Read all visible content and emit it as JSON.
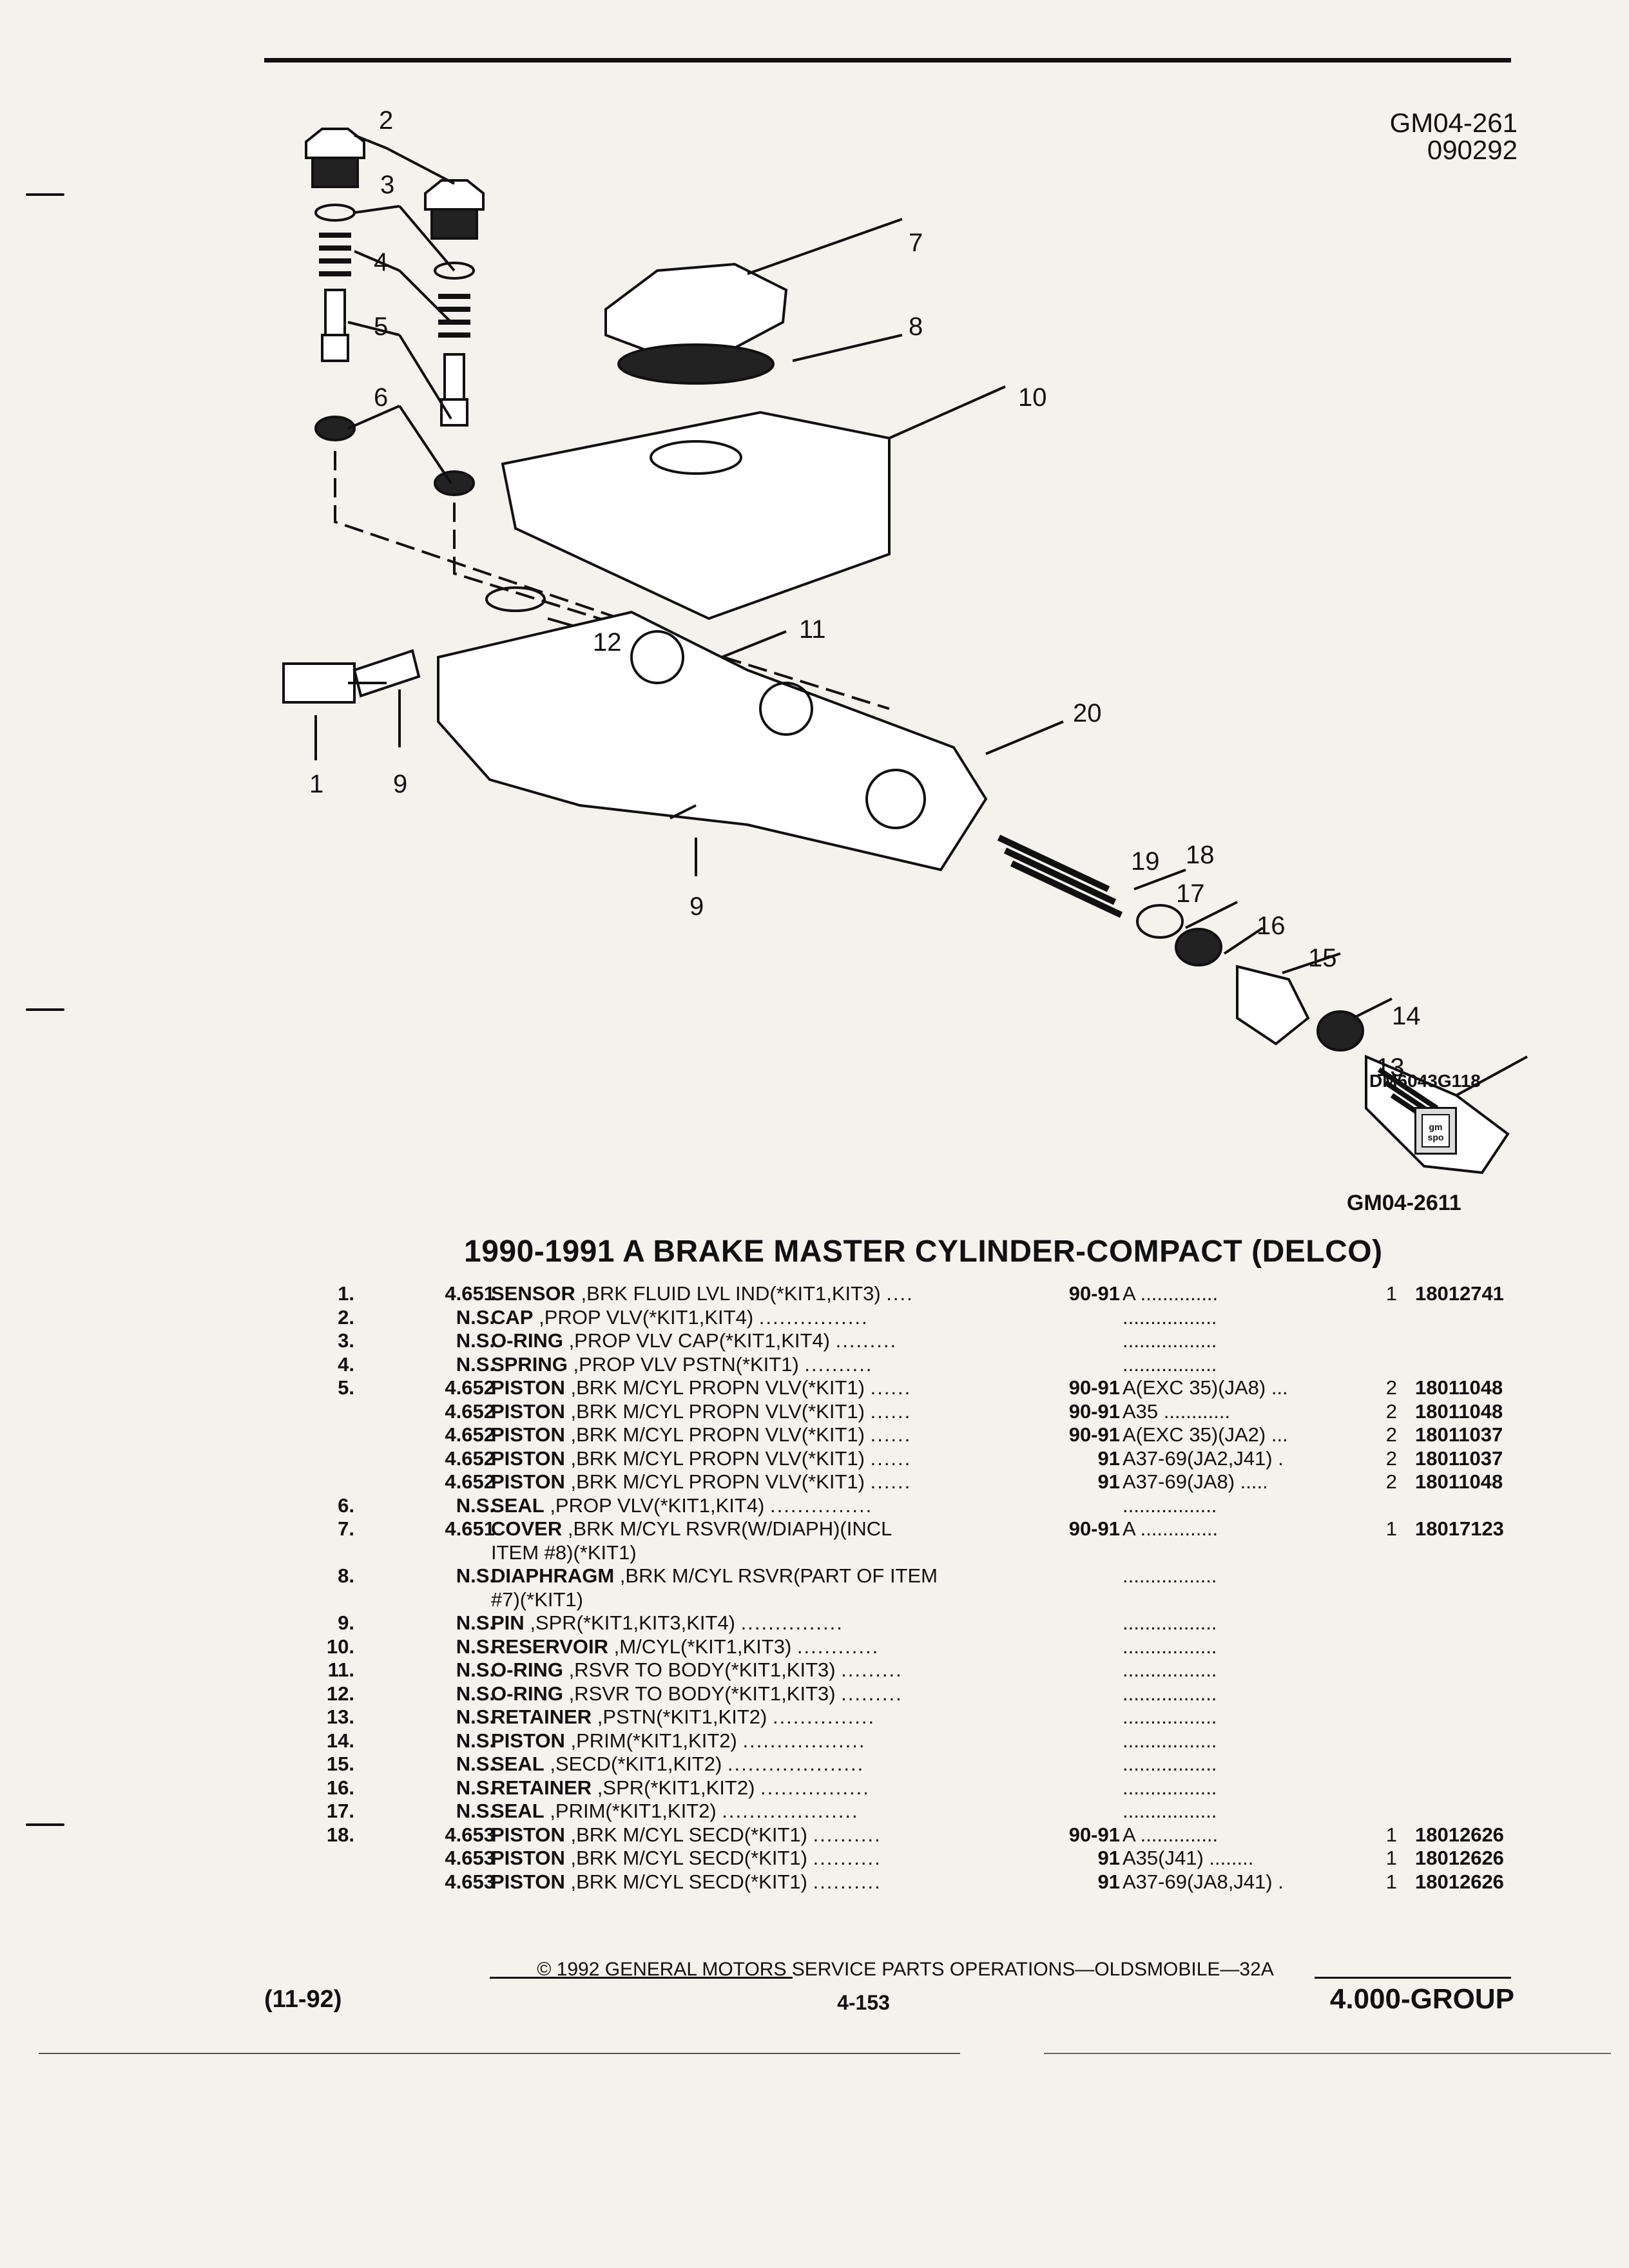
{
  "header": {
    "ref_code": "GM04-261",
    "ref_date": "090292"
  },
  "diagram": {
    "callouts": [
      "1",
      "2",
      "3",
      "4",
      "5",
      "6",
      "7",
      "8",
      "9",
      "9",
      "10",
      "11",
      "12",
      "13",
      "14",
      "15",
      "16",
      "17",
      "18",
      "19",
      "20"
    ],
    "drawing_code": "DM6043G118",
    "logo_text": "gm spo",
    "figure_code": "GM04-2611"
  },
  "table": {
    "title": "1990-1991 A BRAKE MASTER CYLINDER-COMPACT (DELCO)",
    "rows": [
      {
        "item": "1.",
        "group": "4.651",
        "name": "SENSOR",
        "desc": ",BRK FLUID LVL IND(*KIT1,KIT3)",
        "lead": "....",
        "year": "90-91",
        "usage": "A ..............",
        "qty": "1",
        "part": "18012741"
      },
      {
        "item": "2.",
        "group": "N.S.",
        "name": "CAP",
        "desc": ",PROP VLV(*KIT1,KIT4)",
        "lead": "................",
        "year": "",
        "usage": ".................",
        "qty": "",
        "part": ""
      },
      {
        "item": "3.",
        "group": "N.S.",
        "name": "O-RING",
        "desc": ",PROP VLV CAP(*KIT1,KIT4)",
        "lead": ".........",
        "year": "",
        "usage": ".................",
        "qty": "",
        "part": ""
      },
      {
        "item": "4.",
        "group": "N.S.",
        "name": "SPRING",
        "desc": ",PROP VLV PSTN(*KIT1)",
        "lead": "..........",
        "year": "",
        "usage": ".................",
        "qty": "",
        "part": ""
      },
      {
        "item": "5.",
        "group": "4.652",
        "name": "PISTON",
        "desc": ",BRK M/CYL PROPN VLV(*KIT1)",
        "lead": "......",
        "year": "90-91",
        "usage": "A(EXC 35)(JA8) ...",
        "qty": "2",
        "part": "18011048"
      },
      {
        "item": "",
        "group": "4.652",
        "name": "PISTON",
        "desc": ",BRK M/CYL PROPN VLV(*KIT1)",
        "lead": "......",
        "year": "90-91",
        "usage": "A35 ............",
        "qty": "2",
        "part": "18011048"
      },
      {
        "item": "",
        "group": "4.652",
        "name": "PISTON",
        "desc": ",BRK M/CYL PROPN VLV(*KIT1)",
        "lead": "......",
        "year": "90-91",
        "usage": "A(EXC 35)(JA2) ...",
        "qty": "2",
        "part": "18011037"
      },
      {
        "item": "",
        "group": "4.652",
        "name": "PISTON",
        "desc": ",BRK M/CYL PROPN VLV(*KIT1)",
        "lead": "......",
        "year": "91",
        "usage": "A37-69(JA2,J41) .",
        "qty": "2",
        "part": "18011037"
      },
      {
        "item": "",
        "group": "4.652",
        "name": "PISTON",
        "desc": ",BRK M/CYL PROPN VLV(*KIT1)",
        "lead": "......",
        "year": "91",
        "usage": "A37-69(JA8) .....",
        "qty": "2",
        "part": "18011048"
      },
      {
        "item": "6.",
        "group": "N.S.",
        "name": "SEAL",
        "desc": ",PROP VLV(*KIT1,KIT4)",
        "lead": "...............",
        "year": "",
        "usage": ".................",
        "qty": "",
        "part": ""
      },
      {
        "item": "7.",
        "group": "4.651",
        "name": "COVER",
        "desc": ",BRK M/CYL RSVR(W/DIAPH)(INCL",
        "lead": "",
        "year": "90-91",
        "usage": "A ..............",
        "qty": "1",
        "part": "18017123"
      },
      {
        "item": "",
        "group": "",
        "name": "",
        "desc": "ITEM #8)(*KIT1)",
        "lead": "",
        "year": "",
        "usage": "",
        "qty": "",
        "part": ""
      },
      {
        "item": "8.",
        "group": "N.S.",
        "name": "DIAPHRAGM",
        "desc": ",BRK M/CYL RSVR(PART OF ITEM",
        "lead": "",
        "year": "",
        "usage": ".................",
        "qty": "",
        "part": ""
      },
      {
        "item": "",
        "group": "",
        "name": "",
        "desc": "#7)(*KIT1)",
        "lead": "",
        "year": "",
        "usage": "",
        "qty": "",
        "part": ""
      },
      {
        "item": "9.",
        "group": "N.S.",
        "name": "PIN",
        "desc": ",SPR(*KIT1,KIT3,KIT4)",
        "lead": "...............",
        "year": "",
        "usage": ".................",
        "qty": "",
        "part": ""
      },
      {
        "item": "10.",
        "group": "N.S.",
        "name": "RESERVOIR",
        "desc": ",M/CYL(*KIT1,KIT3)",
        "lead": "............",
        "year": "",
        "usage": ".................",
        "qty": "",
        "part": ""
      },
      {
        "item": "11.",
        "group": "N.S.",
        "name": "O-RING",
        "desc": ",RSVR TO BODY(*KIT1,KIT3)",
        "lead": ".........",
        "year": "",
        "usage": ".................",
        "qty": "",
        "part": ""
      },
      {
        "item": "12.",
        "group": "N.S.",
        "name": "O-RING",
        "desc": ",RSVR TO BODY(*KIT1,KIT3)",
        "lead": ".........",
        "year": "",
        "usage": ".................",
        "qty": "",
        "part": ""
      },
      {
        "item": "13.",
        "group": "N.S.",
        "name": "RETAINER",
        "desc": ",PSTN(*KIT1,KIT2)",
        "lead": "...............",
        "year": "",
        "usage": ".................",
        "qty": "",
        "part": ""
      },
      {
        "item": "14.",
        "group": "N.S.",
        "name": "PISTON",
        "desc": ",PRIM(*KIT1,KIT2)",
        "lead": "..................",
        "year": "",
        "usage": ".................",
        "qty": "",
        "part": ""
      },
      {
        "item": "15.",
        "group": "N.S.",
        "name": "SEAL",
        "desc": ",SECD(*KIT1,KIT2)",
        "lead": "....................",
        "year": "",
        "usage": ".................",
        "qty": "",
        "part": ""
      },
      {
        "item": "16.",
        "group": "N.S.",
        "name": "RETAINER",
        "desc": ",SPR(*KIT1,KIT2)",
        "lead": "................",
        "year": "",
        "usage": ".................",
        "qty": "",
        "part": ""
      },
      {
        "item": "17.",
        "group": "N.S.",
        "name": "SEAL",
        "desc": ",PRIM(*KIT1,KIT2)",
        "lead": "....................",
        "year": "",
        "usage": ".................",
        "qty": "",
        "part": ""
      },
      {
        "item": "18.",
        "group": "4.653",
        "name": "PISTON",
        "desc": ",BRK M/CYL SECD(*KIT1)",
        "lead": "..........",
        "year": "90-91",
        "usage": "A ..............",
        "qty": "1",
        "part": "18012626"
      },
      {
        "item": "",
        "group": "4.653",
        "name": "PISTON",
        "desc": ",BRK M/CYL SECD(*KIT1)",
        "lead": "..........",
        "year": "91",
        "usage": "A35(J41) ........",
        "qty": "1",
        "part": "18012626"
      },
      {
        "item": "",
        "group": "4.653",
        "name": "PISTON",
        "desc": ",BRK M/CYL SECD(*KIT1)",
        "lead": "..........",
        "year": "91",
        "usage": "A37-69(JA8,J41) .",
        "qty": "1",
        "part": "18012626"
      }
    ]
  },
  "footer": {
    "copyright": "© 1992 GENERAL MOTORS SERVICE PARTS OPERATIONS—OLDSMOBILE—32A",
    "date": "(11-92)",
    "page": "4-153",
    "group": "4.000-GROUP"
  }
}
